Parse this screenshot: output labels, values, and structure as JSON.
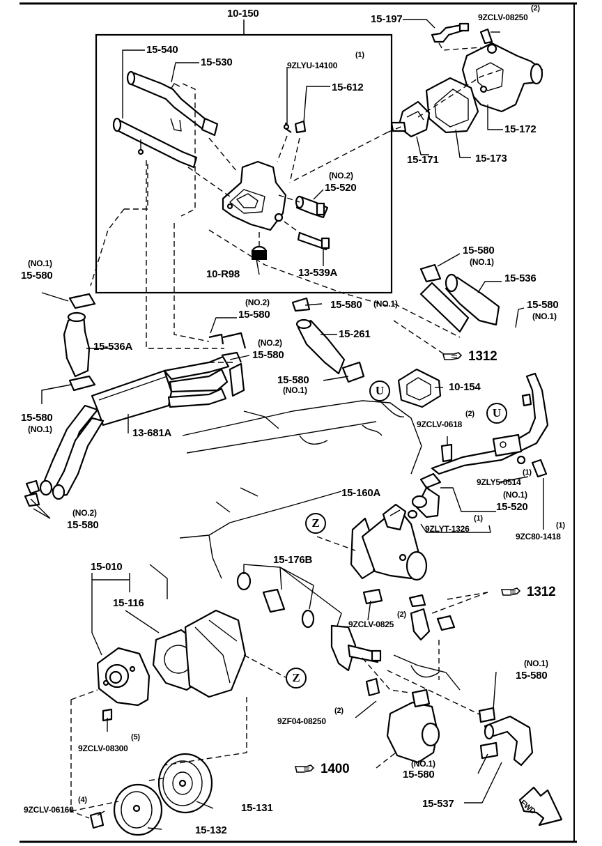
{
  "labels": {
    "l_10_150": "10-150",
    "l_15_540": "15-540",
    "l_15_530": "15-530",
    "l_9zlyu_qty": "(1)",
    "l_9zlyu": "9ZLYU-14100",
    "l_15_612": "15-612",
    "l_no2_520": "(NO.2)",
    "l_15_520a": "15-520",
    "l_10_r98": "10-R98",
    "l_13_539a": "13-539A",
    "l_15_197": "15-197",
    "l_9zclv08250_qty": "(2)",
    "l_9zclv08250": "9ZCLV-08250",
    "l_15_172": "15-172",
    "l_15_171": "15-171",
    "l_15_173": "15-173",
    "l_no1_580a": "(NO.1)",
    "l_15_580a": "15-580",
    "l_15_536a": "15-536A",
    "l_15_580b": "15-580",
    "l_no1_580b": "(NO.1)",
    "l_13_681a": "13-681A",
    "l_no2_580c": "(NO.2)",
    "l_15_580c": "15-580",
    "l_no2_580d": "(NO.2)",
    "l_15_580d": "15-580",
    "l_no2_580e": "(NO.2)",
    "l_15_580e": "15-580",
    "l_15_580f": "15-580",
    "l_no1_580f": "(NO.1)",
    "l_15_261": "15-261",
    "l_15_580g": "15-580",
    "l_no1_580g": "(NO.1)",
    "l_15_580h": "15-580",
    "l_no1_580h": "(NO.1)",
    "l_15_536": "15-536",
    "l_15_580i": "15-580",
    "l_no1_580i": "(NO.1)",
    "l_1312a": "1312",
    "l_10_154": "10-154",
    "l_9zclv0618_qty": "(2)",
    "l_9zclv0618": "9ZCLV-0618",
    "l_9zly5_qty": "(1)",
    "l_9zly5": "9ZLY5-0514",
    "l_no1_520b": "(NO.1)",
    "l_15_520b": "15-520",
    "l_9zlyt_qty": "(1)",
    "l_9zlyt": "9ZLYT-1326",
    "l_9zc80_qty": "(1)",
    "l_9zc80": "9ZC80-1418",
    "l_15_160a": "15-160A",
    "l_15_010": "15-010",
    "l_15_116": "15-116",
    "l_15_176b": "15-176B",
    "l_1312b": "1312",
    "l_9zclv0825_qty": "(2)",
    "l_9zclv0825": "9ZCLV-0825",
    "l_no1_580j": "(NO.1)",
    "l_15_580j": "15-580",
    "l_9zf04_qty": "(2)",
    "l_9zf04": "9ZF04-08250",
    "l_9zclv08300_qty": "(5)",
    "l_9zclv08300": "9ZCLV-08300",
    "l_1400": "1400",
    "l_no1_580k": "(NO.1)",
    "l_15_580k": "15-580",
    "l_9zclv06160_qty": "(4)",
    "l_9zclv06160": "9ZCLV-06160",
    "l_15_131": "15-131",
    "l_15_132": "15-132",
    "l_15_537": "15-537"
  },
  "markers": {
    "u1": "U",
    "u2": "U",
    "z1": "Z",
    "z2": "Z"
  },
  "fwd_arrow": "FWD"
}
